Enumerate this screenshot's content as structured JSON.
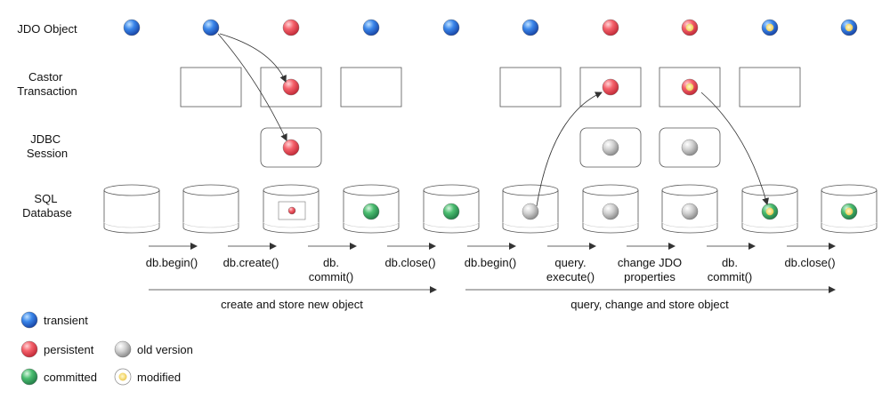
{
  "row_labels": {
    "jdo_object": [
      "JDO Object"
    ],
    "castor_transaction": [
      "Castor",
      "Transaction"
    ],
    "jdbc_session": [
      "JDBC",
      "Session"
    ],
    "sql_database": [
      "SQL",
      "Database"
    ]
  },
  "steps": [
    [
      "db.begin()"
    ],
    [
      "db.create()"
    ],
    [
      "db.",
      "commit()"
    ],
    [
      "db.close()"
    ],
    [
      "db.begin()"
    ],
    [
      "query.",
      "execute()"
    ],
    [
      "change JDO",
      "properties"
    ],
    [
      "db.",
      "commit()"
    ],
    [
      "db.close()"
    ]
  ],
  "phases": [
    {
      "label": "create and store new object"
    },
    {
      "label": "query, change and store object"
    }
  ],
  "columns": [
    {
      "jdo": "transient",
      "transaction": null,
      "session": null,
      "database": "empty"
    },
    {
      "jdo": "transient",
      "transaction": "empty",
      "session": null,
      "database": "empty"
    },
    {
      "jdo": "persistent",
      "transaction": "persistent",
      "session": "persistent",
      "database": "pending"
    },
    {
      "jdo": "transient",
      "transaction": "empty",
      "session": null,
      "database": "committed"
    },
    {
      "jdo": "transient",
      "transaction": null,
      "session": null,
      "database": "committed"
    },
    {
      "jdo": "transient",
      "transaction": "empty",
      "session": null,
      "database": "old"
    },
    {
      "jdo": "persistent",
      "transaction": "persistent",
      "session": "old",
      "database": "old"
    },
    {
      "jdo": "modified",
      "transaction": "modified",
      "session": "old",
      "database": "old"
    },
    {
      "jdo": "transient_modified",
      "transaction": "empty",
      "session": null,
      "database": "committed_modified"
    },
    {
      "jdo": "transient_modified",
      "transaction": null,
      "session": null,
      "database": "committed_modified"
    }
  ],
  "legend": {
    "transient": "transient",
    "persistent": "persistent",
    "old_version": "old version",
    "committed": "committed",
    "modified": "modified"
  },
  "colors": {
    "transient": "#2f74d8",
    "persistent": "#f0555e",
    "committed": "#3fae63",
    "old": "#bdbdbd",
    "modified": "#f5dc78",
    "outline": "#333333"
  }
}
